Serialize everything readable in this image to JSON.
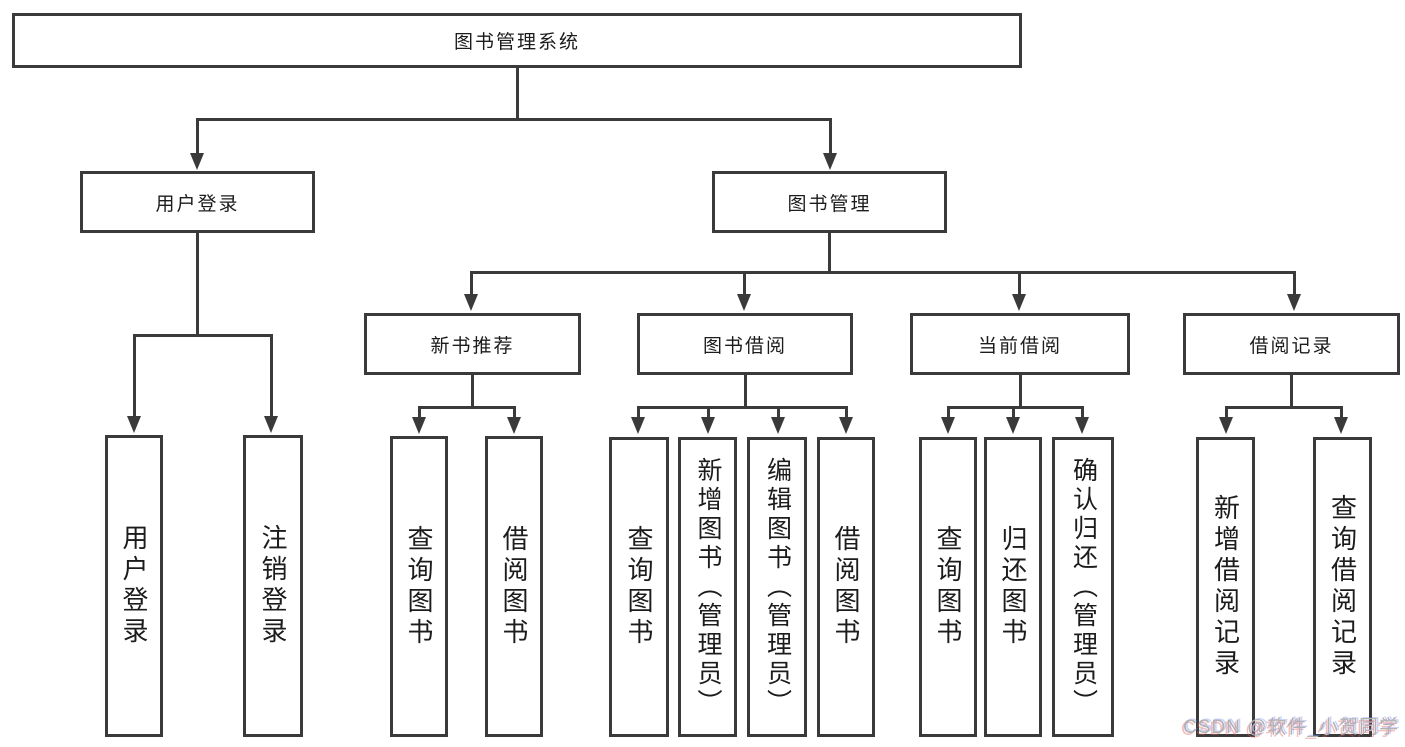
{
  "tree": {
    "root": {
      "label": "图书管理系统"
    },
    "branches": [
      {
        "label": "用户登录",
        "leaves": [
          "用户登录",
          "注销登录"
        ]
      },
      {
        "label": "图书管理",
        "sections": [
          {
            "label": "新书推荐",
            "leaves": [
              "查询图书",
              "借阅图书"
            ]
          },
          {
            "label": "图书借阅",
            "leaves": [
              "查询图书",
              "新增图书（管理员）",
              "编辑图书（管理员）",
              "借阅图书"
            ]
          },
          {
            "label": "当前借阅",
            "leaves": [
              "查询图书",
              "归还图书",
              "确认归还（管理员）"
            ]
          },
          {
            "label": "借阅记录",
            "leaves": [
              "新增借阅记录",
              "查询借阅记录"
            ]
          }
        ]
      }
    ]
  },
  "watermark": {
    "text": "CSDN @软件_小贺同学"
  },
  "colors": {
    "line": "#3a3a3a",
    "text": "#1c1c1c",
    "background": "#ffffff",
    "watermark": "#b2b2b2"
  }
}
